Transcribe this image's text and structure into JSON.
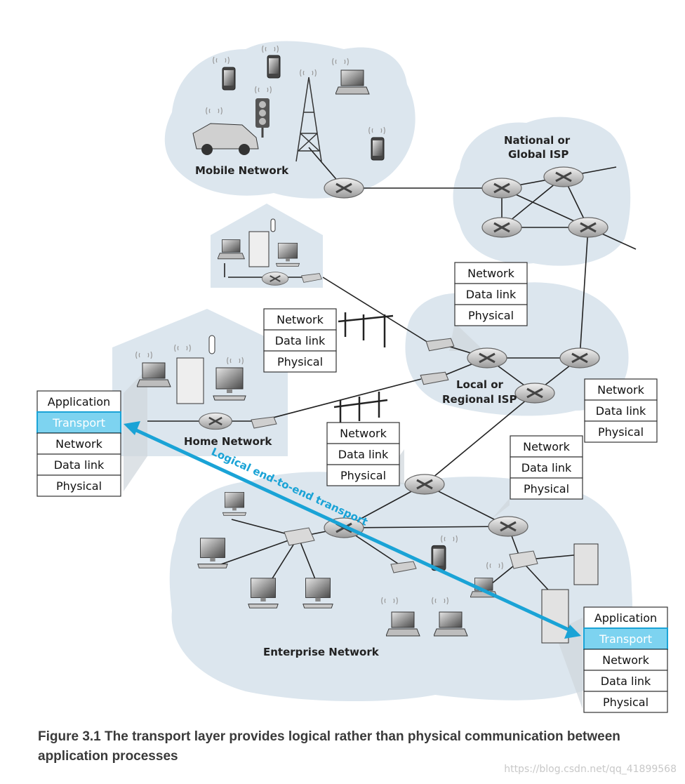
{
  "network_labels": {
    "mobile": "Mobile Network",
    "national_isp_line1": "National or",
    "national_isp_line2": "Global ISP",
    "local_isp_line1": "Local or",
    "local_isp_line2": "Regional ISP",
    "home": "Home Network",
    "enterprise": "Enterprise Network"
  },
  "stacks": {
    "left_host": [
      "Application",
      "Transport",
      "Network",
      "Data link",
      "Physical"
    ],
    "right_host": [
      "Application",
      "Transport",
      "Network",
      "Data link",
      "Physical"
    ],
    "router_1": [
      "Network",
      "Data link",
      "Physical"
    ],
    "router_2": [
      "Network",
      "Data link",
      "Physical"
    ],
    "router_3": [
      "Network",
      "Data link",
      "Physical"
    ],
    "router_4": [
      "Network",
      "Data link",
      "Physical"
    ],
    "router_5": [
      "Network",
      "Data link",
      "Physical"
    ]
  },
  "transport_arrow_label": "Logical end-to-end transport",
  "caption": "Figure 3.1 The transport layer provides logical rather than physical communication between application processes",
  "watermark": "https://blog.csdn.net/qq_41899568",
  "colors": {
    "cloud": "#dce6ee",
    "highlight": "#7dd3f0",
    "arrow": "#1aa3d6",
    "caption": "#3a3a3a"
  }
}
